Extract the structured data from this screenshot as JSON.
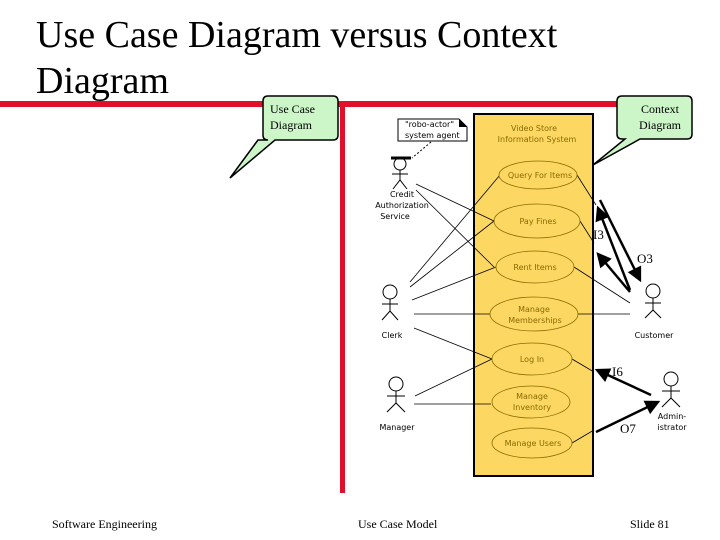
{
  "title": "Use Case Diagram versus Context Diagram",
  "callouts": {
    "left": "Use Case Diagram",
    "right": "Context Diagram",
    "left_l1": "Use Case",
    "left_l2": "Diagram",
    "right_l1": "Context",
    "right_l2": "Diagram"
  },
  "note": {
    "l1": "\"robo-actor\"",
    "l2": "system agent"
  },
  "system": {
    "l1": "Video Store",
    "l2": "Information System"
  },
  "use_cases": [
    "Query For Items",
    "Pay Fines",
    "Rent Items",
    "Manage",
    "Memberships",
    "Log In",
    "Manage",
    "Inventory",
    "Manage Users"
  ],
  "actors": {
    "credit_l1": "Credit",
    "credit_l2": "Authorization",
    "credit_l3": "Service",
    "clerk": "Clerk",
    "manager": "Manager",
    "customer": "Customer",
    "admin_l1": "Admin-",
    "admin_l2": "istrator"
  },
  "flows": {
    "i3": "I3",
    "o3": "O3",
    "i6": "I6",
    "o7": "O7"
  },
  "footer": {
    "left": "Software Engineering",
    "center": "Use Case Model",
    "right": "Slide 81"
  },
  "colors": {
    "accent": "#e0102a",
    "system": "#fcd863",
    "callout": "#ccf5c8"
  }
}
